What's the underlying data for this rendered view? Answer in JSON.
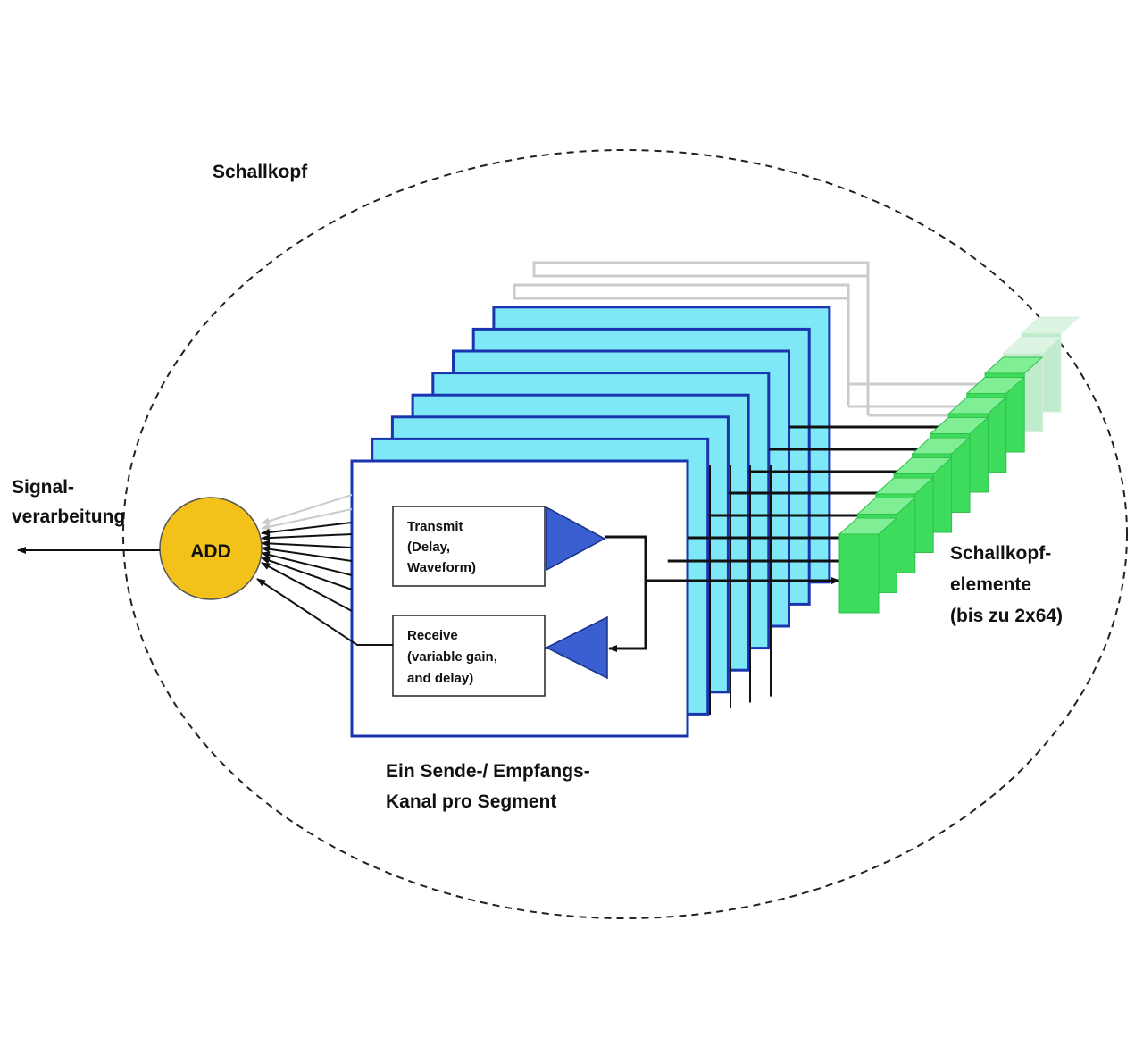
{
  "labels": {
    "schallkopf": "Schallkopf",
    "signal_line1": "Signal-",
    "signal_line2": "verarbeitung",
    "add": "ADD",
    "transmit_line1": "Transmit",
    "transmit_line2": "(Delay,",
    "transmit_line3": "Waveform)",
    "receive_line1": "Receive",
    "receive_line2": "(variable gain,",
    "receive_line3": "and delay)",
    "channel_line1": "Ein Sende-/ Empfangs-",
    "channel_line2": "Kanal pro Segment",
    "elements_line1": "Schallkopf-",
    "elements_line2": "elemente",
    "elements_line3": "(bis zu 2x64)"
  },
  "colors": {
    "board_fill": "#7ee8f7",
    "board_stroke": "#1a35b0",
    "faded_board_stroke": "#c8cccc",
    "adder_fill": "#f3c21a",
    "adder_stroke": "#555555",
    "amplifier_fill": "#3a5fd0",
    "element_fill": "#3ddc5c",
    "element_faded_fill": "#bfeccd"
  }
}
